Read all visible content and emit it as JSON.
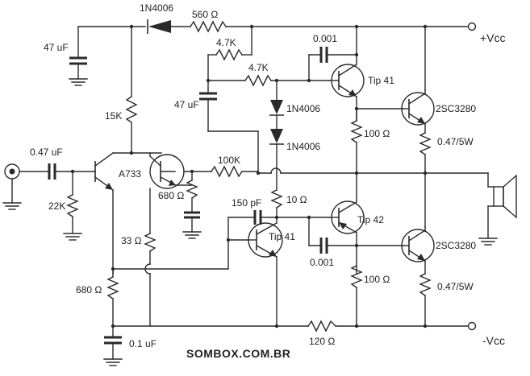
{
  "rails": {
    "positive": "+Vcc",
    "negative": "-Vcc"
  },
  "brand": "SOMBOX.COM.BR",
  "components": {
    "d_top": "1N4006",
    "r_560": "560 Ω",
    "c_47_left": "47 uF",
    "r_4k7_a": "4.7K",
    "r_4k7_b": "4.7K",
    "c_0001_top": "0.001",
    "q_tip41_top": "Tip 41",
    "c_47_mid": "47 uF",
    "d_mid_a": "1N4006",
    "d_mid_b": "1N4006",
    "r_15k": "15K",
    "q_2sc3280_top": "2SC3280",
    "r_100_top": "100 Ω",
    "r_047_top": "0.47/5W",
    "c_047_in": "0.47 uF",
    "q_a733": "A733",
    "r_100k": "100K",
    "r_22k": "22K",
    "r_680_mid": "680 Ω",
    "r_10": "10 Ω",
    "c_150p": "150 pF",
    "q_tip42": "Tip 42",
    "r_33": "33 Ω",
    "q_tip41_bot": "Tip 41",
    "q_2sc3280_bot": "2SC3280",
    "c_0001_bot": "0.001",
    "r_680_bot": "680 Ω",
    "r_100_bot": "100 Ω",
    "r_047_bot": "0.47/5W",
    "c_01": "0.1 uF",
    "r_120": "120 Ω"
  }
}
